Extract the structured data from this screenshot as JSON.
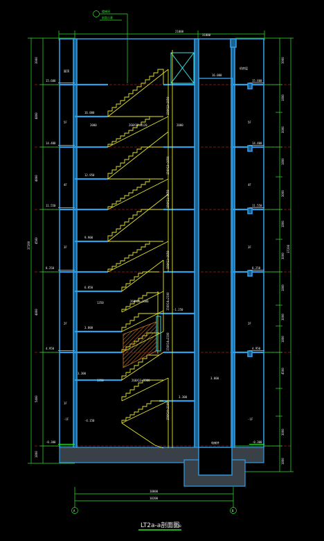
{
  "title": {
    "text": "LT2a-a剖面图",
    "scale": "1:50"
  },
  "north_note": {
    "line1": "楼梯间",
    "line2": "剖面示意"
  },
  "top_dims": {
    "overall": "21000",
    "partial": "31800"
  },
  "bottom_dims": {
    "outer": "10800",
    "inner": "10200"
  },
  "axes": {
    "left": "A",
    "right": "B"
  },
  "left_total": "37200",
  "right_total": "37200",
  "left_segments": [
    "3900",
    "4800",
    "4800",
    "4500",
    "4800",
    "5400",
    "1800"
  ],
  "right_segments": [
    "3900",
    "1800",
    "3000",
    "1800",
    "3000",
    "1800",
    "3000",
    "1800",
    "3000",
    "1800",
    "4500",
    "3000",
    "1800"
  ],
  "left_elevations": [
    "15.600",
    "14.400",
    "11.550",
    "8.250",
    "4.950",
    "3.300",
    "-0.300"
  ],
  "right_elevations": [
    "15.600",
    "14.400",
    "11.550",
    "8.250",
    "4.950",
    "3.300",
    "-0.300"
  ],
  "floor_labels": [
    "5F",
    "4F",
    "3F",
    "2F",
    "1F",
    "-1F"
  ],
  "roof_label": "屋顶",
  "machine_room": "机房层",
  "shaft_label": "电梯井",
  "landing_levels": [
    "16.000",
    "12.950",
    "9.900",
    "6.850",
    "3.800",
    "-1.250",
    "-4.150"
  ],
  "flight_labels": [
    "150X13=1950",
    "150X13=1950",
    "150X11=1650",
    "150X11=1650",
    "150X14=2100",
    "150X14=2100",
    "150X14=2100"
  ],
  "run_labels": [
    "260X12=3120",
    "260X10=2600",
    "260X13=3380"
  ],
  "landing_widths": [
    "2000",
    "2000",
    "1350",
    "1350"
  ],
  "colors": {
    "wall": "#2f9fe8",
    "stair": "#e8e82a",
    "dim": "#2ee82e",
    "level": "#ff3030",
    "text": "#f0f0f0",
    "hatch": "#c87828",
    "cyan": "#38e0e0"
  }
}
